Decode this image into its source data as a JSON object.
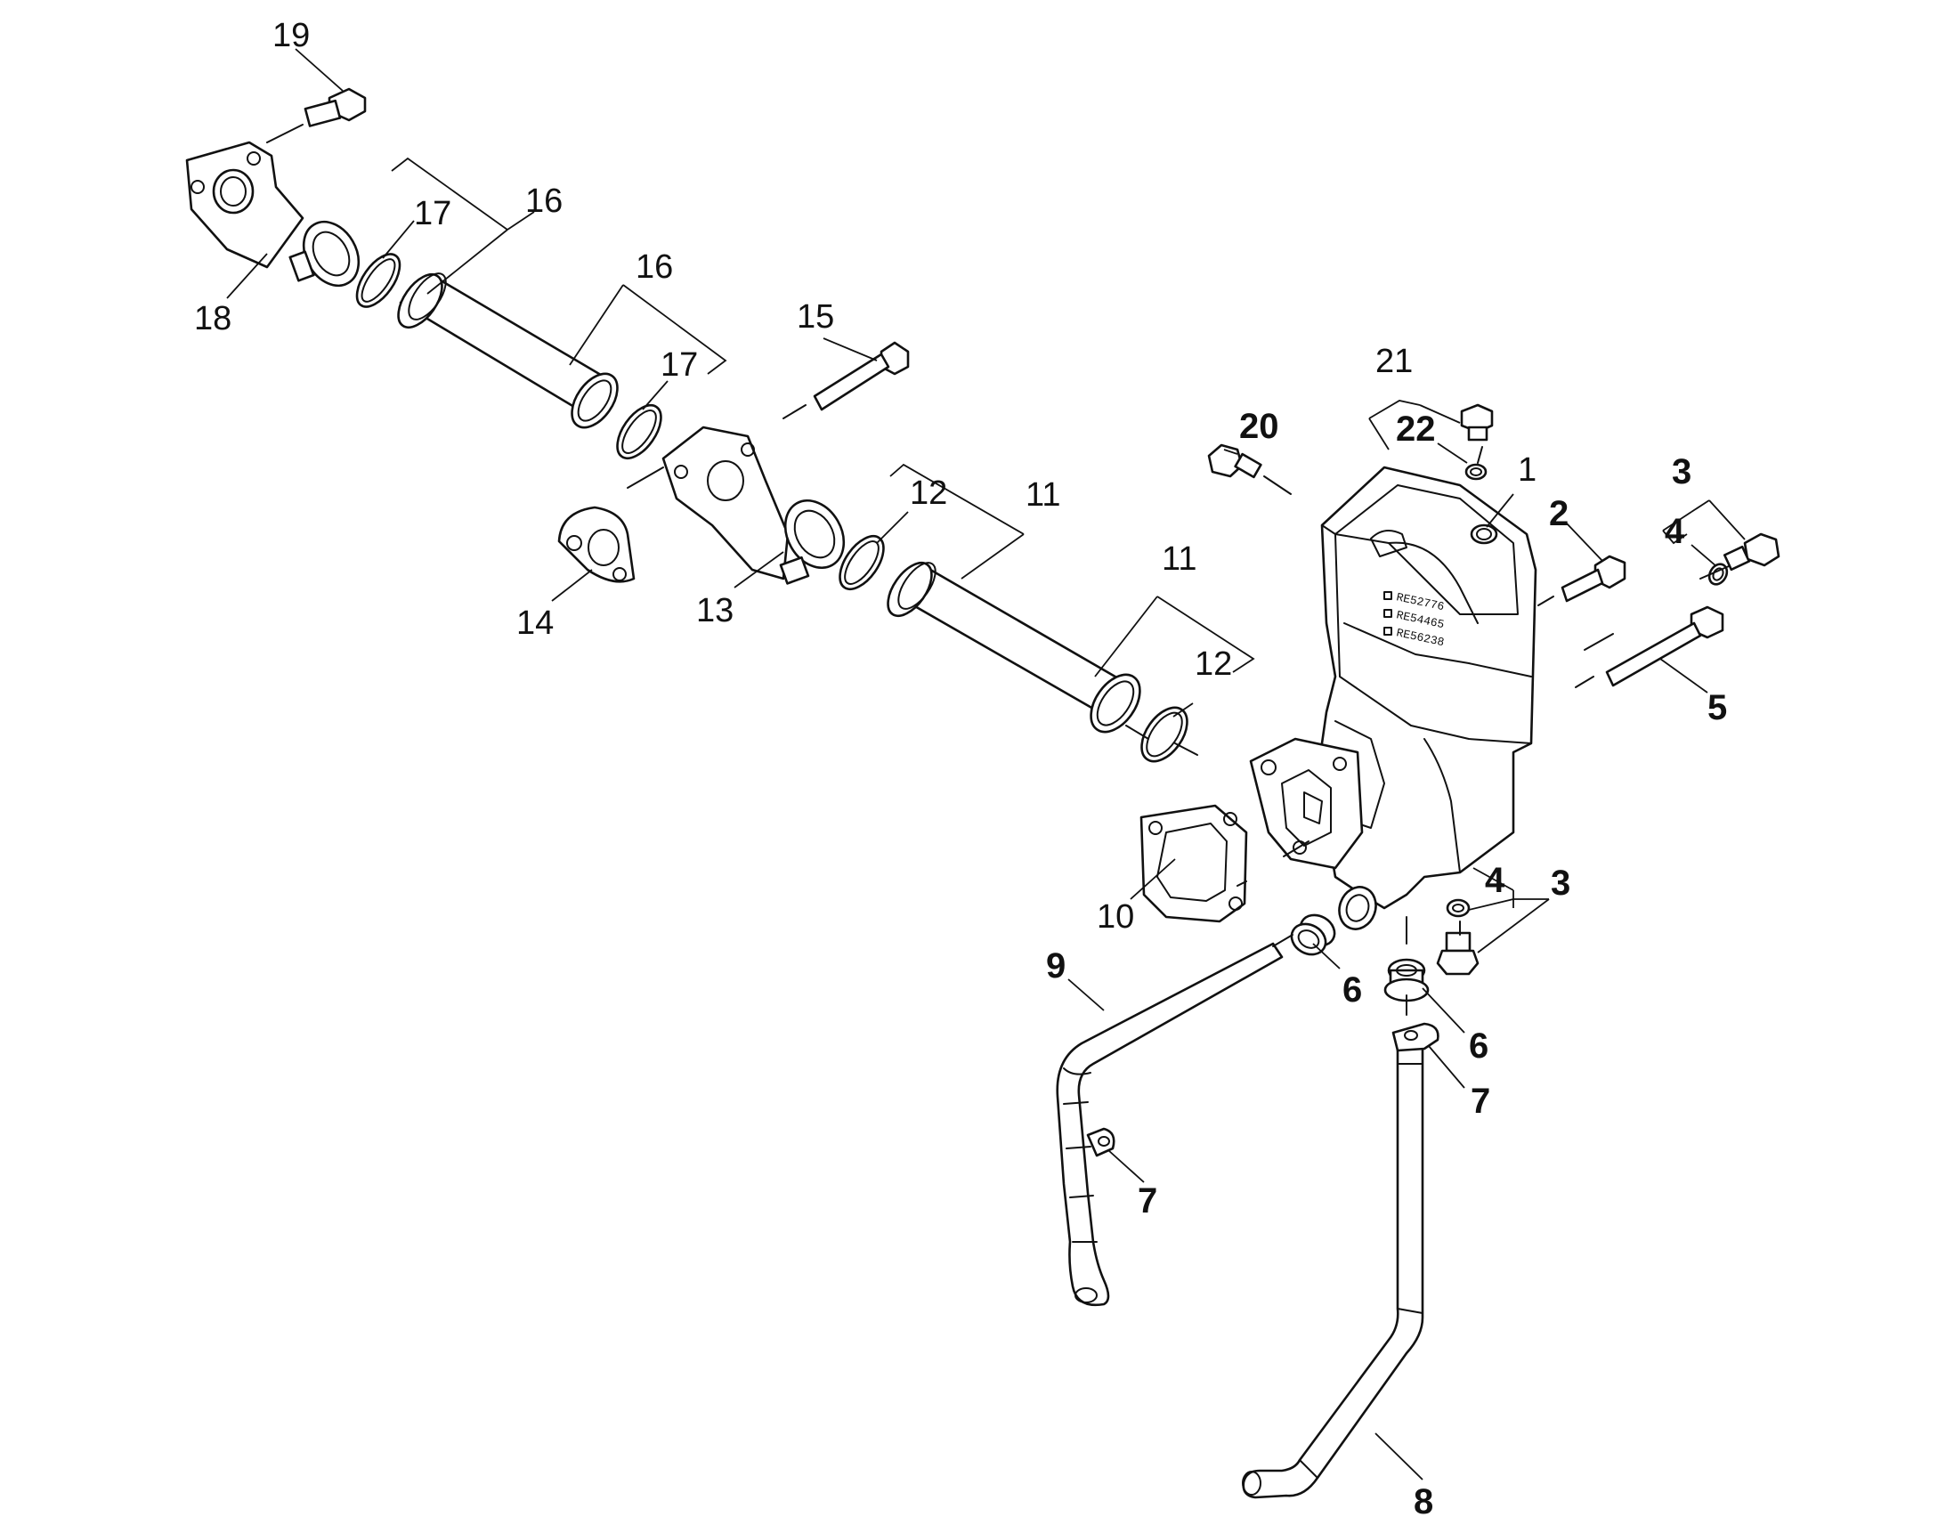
{
  "callouts": {
    "c1": "1",
    "c2": "2",
    "c3a": "3",
    "c3b": "3",
    "c4a": "4",
    "c4b": "4",
    "c5": "5",
    "c6a": "6",
    "c6b": "6",
    "c7a": "7",
    "c7b": "7",
    "c8": "8",
    "c9": "9",
    "c10": "10",
    "c11a": "11",
    "c11b": "11",
    "c12a": "12",
    "c12b": "12",
    "c13": "13",
    "c14": "14",
    "c15": "15",
    "c16a": "16",
    "c16b": "16",
    "c17a": "17",
    "c17b": "17",
    "c18": "18",
    "c19": "19",
    "c20": "20",
    "c21": "21",
    "c22": "22"
  },
  "housing_stamp": [
    "RE52776",
    "RE54465",
    "RE56238"
  ]
}
